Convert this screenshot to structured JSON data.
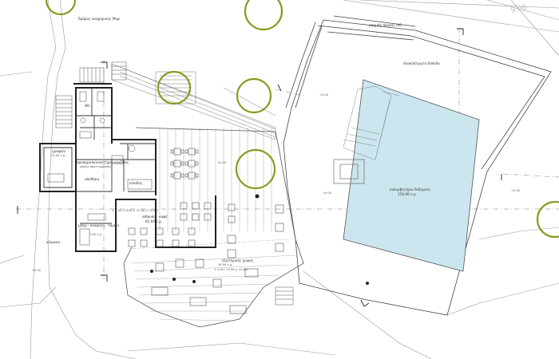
{
  "labels": {
    "road_top": "δρόμος ανηφορικής Μαρ",
    "contour": "9.00",
    "pool_edge_top": "μαρμάρ πάγκος 0/0",
    "deck_top": "πλακόστρωτο δάπεδο",
    "pool": "κολυμβητήριο δεξαμενή",
    "pool_area": "150.00 τ.μ.",
    "cafe_hall": "αίθουσα - καφέ",
    "cafe_area": "81.60 τ.μ.",
    "cafe_level": "± 0.00 (+0.00 ή +0.40 ή +0.60)",
    "kitchen_block": "προπαρασκευαστήριο κουζίνας",
    "kitchen_block_sub": "χώρος προετοιμασίας",
    "office": "γραφείο",
    "office_area": "15.00 τ.μ.",
    "wc": "WC",
    "storage": "αποθήκη",
    "entry": "είσοδος",
    "bar": "μπαρ - αναμονή - ταμείο",
    "bar_area": "7.80 τ.μ.",
    "terrace": "εξωτερικός χώρος",
    "terrace_area": "44.90 τ.μ.",
    "terrace_level": "± 0.00 (+0.00 ή +0.60)",
    "stair_label": "κλίμακα",
    "level_tag": "+0.00"
  },
  "colors": {
    "tree": "#8a9a1f",
    "pool": "#cce6ef",
    "lines": "#555555",
    "walls": "#222222"
  }
}
